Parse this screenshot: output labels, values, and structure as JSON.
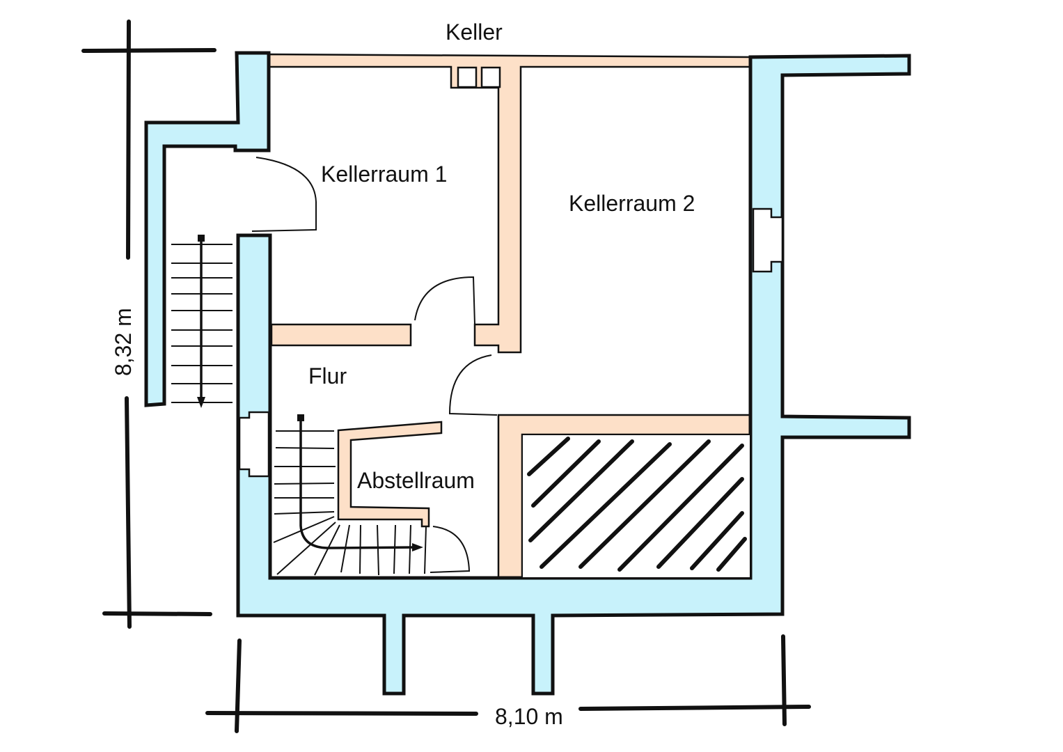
{
  "title": "Keller",
  "rooms": {
    "kellerraum1": "Kellerraum 1",
    "kellerraum2": "Kellerraum 2",
    "flur": "Flur",
    "abstellraum": "Abstellraum"
  },
  "dimensions": {
    "height": "8,32 m",
    "width": "8,10 m"
  },
  "colors": {
    "exterior_wall": "#c8f2fb",
    "interior_wall": "#fde0c8",
    "outline": "#111111"
  }
}
